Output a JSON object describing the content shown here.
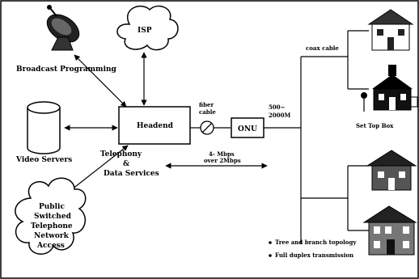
{
  "labels": {
    "broadcast": "Broadcast Programming",
    "isp": "ISP",
    "video_servers": "Video Servers",
    "headend": "Headend",
    "fiber_line1": "fiber",
    "fiber_line2": "cable",
    "onu": "ONU",
    "coax": "coax cable",
    "freq_line1": "500~",
    "freq_line2": "2000M",
    "settop": "Set Top Box",
    "telephony_line1": "Telephony",
    "telephony_line2": "&",
    "telephony_line3": "Data Services",
    "speed_line1": "4- Mbps",
    "speed_line2": "over 2Mbps",
    "pstn_line1": "Public",
    "pstn_line2": "Switched",
    "pstn_line3": "Telephone",
    "pstn_line4": "Network",
    "pstn_line5": "Access"
  },
  "bullets": [
    "Tree and branch topology",
    "Full duplex transmission"
  ],
  "icons": [
    "satellite-dish-icon",
    "cloud-icon",
    "database-cylinder-icon",
    "house-icon",
    "schoolhouse-icon",
    "two-story-house-icon",
    "splitter-icon"
  ]
}
